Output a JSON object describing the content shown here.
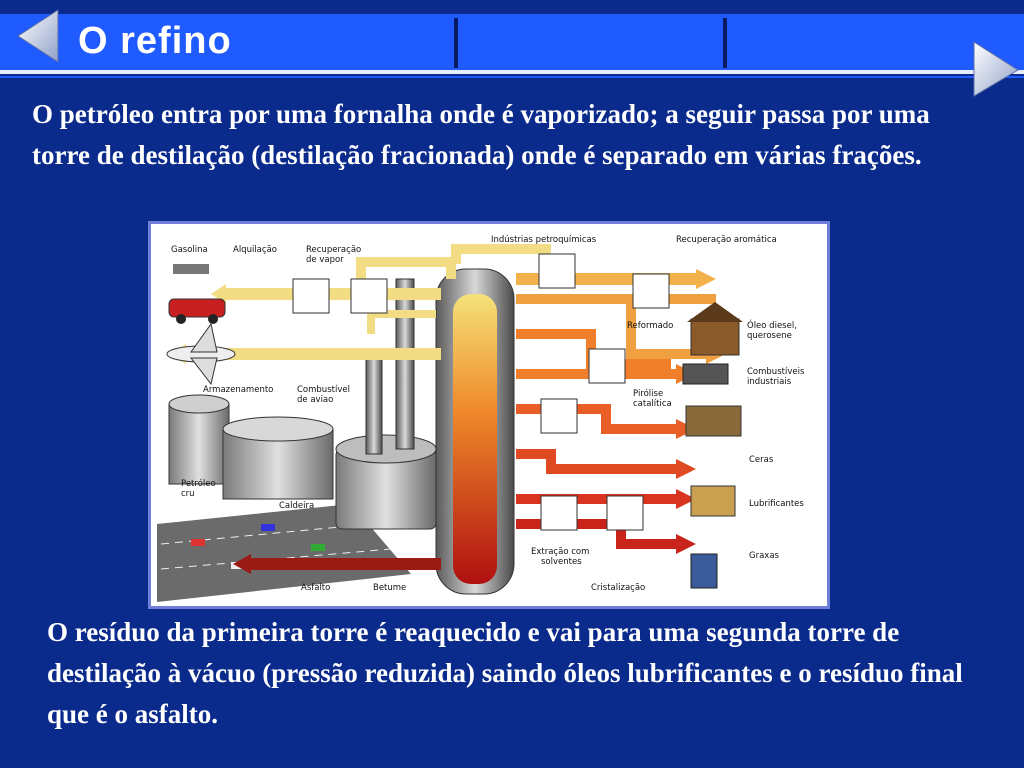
{
  "slide": {
    "title": "O refino",
    "para1": "O petróleo entra por uma fornalha onde é vaporizado; a seguir passa por uma torre de destilação (destilação fracionada) onde é separado em várias frações.",
    "para2": "O resíduo da primeira torre é reaquecido e vai para uma segunda torre de destilação à vácuo (pressão reduzida) saindo óleos lubrificantes e o resíduo final que é o asfalto."
  },
  "colors": {
    "background": "#0a2a8c",
    "title_bar": "#1f5bff",
    "text": "#ffffff"
  },
  "nav": {
    "back_icon": "triangle-left-icon",
    "forward_icon": "triangle-right-icon"
  },
  "diagram": {
    "labels": {
      "gasolina": "Gasolina",
      "alquilacao": "Alquilação",
      "recup_vapor_1": "Recuperação",
      "recup_vapor_2": "de vapor",
      "ind_petro": "Indústrias petroquímicas",
      "recup_arom": "Recuperação aromática",
      "reformado": "Reformado",
      "oleo_diesel_1": "Óleo diesel,",
      "oleo_diesel_2": "querosene",
      "armazenamento": "Armazenamento",
      "comb_aviao_1": "Combustível",
      "comb_aviao_2": "de aviao",
      "comb_ind_1": "Combustíveis",
      "comb_ind_2": "industriais",
      "pirolise_1": "Pirólise",
      "pirolise_2": "catalítica",
      "ceras": "Ceras",
      "petroleo_1": "Petróleo",
      "petroleo_2": "cru",
      "caldeira": "Caldeira",
      "lubrificantes": "Lubrificantes",
      "extracao_1": "Extração com",
      "extracao_2": "solventes",
      "graxas": "Graxas",
      "asfalto": "Asfalto",
      "betume": "Betume",
      "cristalizacao": "Cristalização"
    }
  }
}
